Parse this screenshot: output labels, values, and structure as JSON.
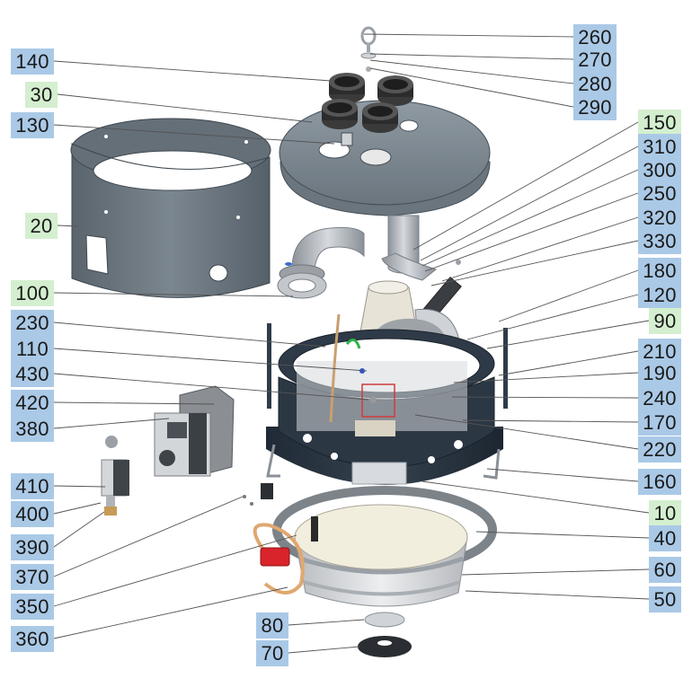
{
  "diagram": {
    "kind": "exploded-parts-view",
    "colors": {
      "blue_label": "#aac9e6",
      "green_label": "#d4efcf",
      "leader": "#555555"
    },
    "labels": [
      {
        "id": "260",
        "color": "blue"
      },
      {
        "id": "270",
        "color": "blue"
      },
      {
        "id": "280",
        "color": "blue"
      },
      {
        "id": "290",
        "color": "blue"
      },
      {
        "id": "150",
        "color": "green"
      },
      {
        "id": "310",
        "color": "blue"
      },
      {
        "id": "300",
        "color": "blue"
      },
      {
        "id": "250",
        "color": "blue"
      },
      {
        "id": "320",
        "color": "blue"
      },
      {
        "id": "330",
        "color": "blue"
      },
      {
        "id": "180",
        "color": "blue"
      },
      {
        "id": "120",
        "color": "blue"
      },
      {
        "id": "90",
        "color": "green"
      },
      {
        "id": "210",
        "color": "blue"
      },
      {
        "id": "190",
        "color": "blue"
      },
      {
        "id": "240",
        "color": "blue"
      },
      {
        "id": "170",
        "color": "blue"
      },
      {
        "id": "220",
        "color": "blue"
      },
      {
        "id": "160",
        "color": "blue"
      },
      {
        "id": "10",
        "color": "green"
      },
      {
        "id": "40",
        "color": "blue"
      },
      {
        "id": "60",
        "color": "blue"
      },
      {
        "id": "50",
        "color": "blue"
      },
      {
        "id": "140",
        "color": "blue"
      },
      {
        "id": "30",
        "color": "green"
      },
      {
        "id": "130",
        "color": "blue"
      },
      {
        "id": "20",
        "color": "green"
      },
      {
        "id": "100",
        "color": "green"
      },
      {
        "id": "230",
        "color": "blue"
      },
      {
        "id": "110",
        "color": "blue"
      },
      {
        "id": "430",
        "color": "blue"
      },
      {
        "id": "420",
        "color": "blue"
      },
      {
        "id": "380",
        "color": "blue"
      },
      {
        "id": "410",
        "color": "blue"
      },
      {
        "id": "400",
        "color": "blue"
      },
      {
        "id": "390",
        "color": "blue"
      },
      {
        "id": "370",
        "color": "blue"
      },
      {
        "id": "350",
        "color": "blue"
      },
      {
        "id": "360",
        "color": "blue"
      },
      {
        "id": "80",
        "color": "blue"
      },
      {
        "id": "70",
        "color": "blue"
      }
    ]
  }
}
